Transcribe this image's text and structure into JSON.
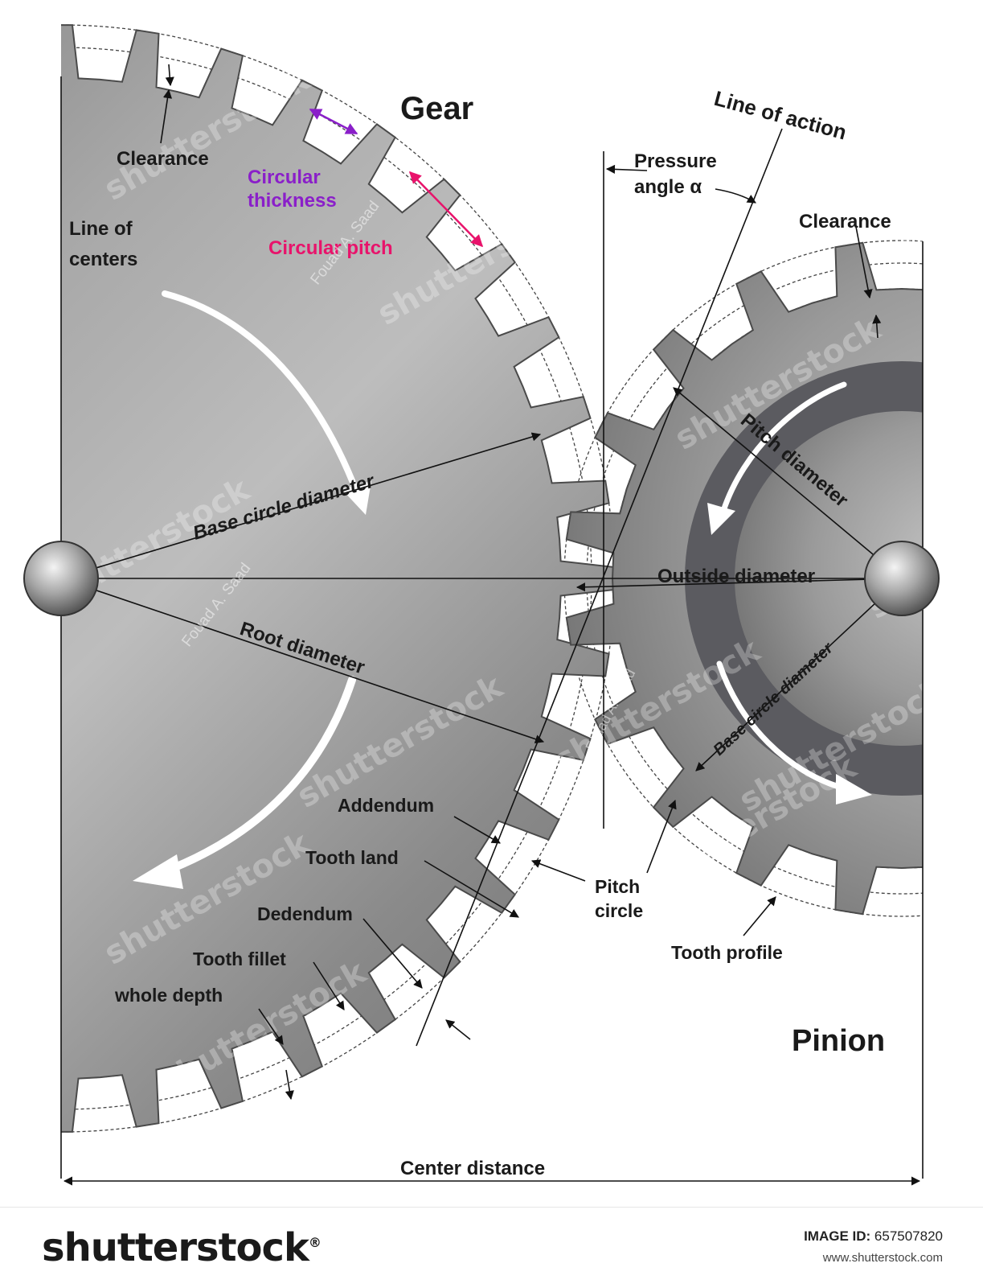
{
  "labels": {
    "gear": "Gear",
    "pinion": "Pinion",
    "clearance_gear": "Clearance",
    "clearance_pinion": "Clearance",
    "circular_thickness_1": "Circular",
    "circular_thickness_2": "thickness",
    "circular_pitch": "Circular pitch",
    "line_of_centers_1": "Line of",
    "line_of_centers_2": "centers",
    "line_of_action": "Line of action",
    "pressure_angle_1": "Pressure",
    "pressure_angle_2": "angle α",
    "base_circle_diameter_gear": "Base circle diameter",
    "root_diameter": "Root diameter",
    "pitch_diameter": "Pitch diameter",
    "outside_diameter": "Outside diameter",
    "base_circle_diameter_pinion": "Base circle diameter",
    "addendum": "Addendum",
    "tooth_land": "Tooth land",
    "dedendum": "Dedendum",
    "tooth_fillet": "Tooth fillet",
    "whole_depth": "whole depth",
    "pitch_circle_1": "Pitch",
    "pitch_circle_2": "circle",
    "tooth_profile": "Tooth profile",
    "center_distance": "Center distance"
  },
  "watermark": {
    "text": "shutterstock",
    "author": "Fouad A. Saad"
  },
  "footer": {
    "brand": "shutterstock",
    "brand_reg": "®",
    "image_id_label": "IMAGE ID:",
    "image_id_value": "657507820",
    "url": "www.shutterstock.com"
  },
  "colors": {
    "circular_thickness": "#8a1fc9",
    "circular_pitch": "#e8136b",
    "gear_metal": "#8e8e8e",
    "pinion_band": "#5b5b60"
  }
}
